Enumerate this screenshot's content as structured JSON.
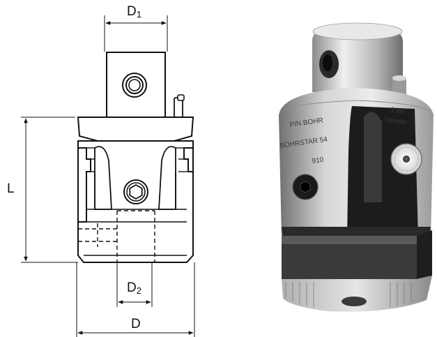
{
  "drawing": {
    "label_d1_main": "D",
    "label_d1_sub": "1",
    "label_d2_main": "D",
    "label_d2_sub": "2",
    "label_d": "D",
    "label_l": "L"
  },
  "photo": {
    "engraving_line1": "PIN BOHR",
    "engraving_line2": "BOHRSTAR 54",
    "engraving_line3": "910",
    "engraving_right1": "1 div",
    "engraving_right2": "Vernier"
  },
  "colors": {
    "line": "#111111",
    "steel_light": "#d9d9d9",
    "steel_dark": "#5a5a5a",
    "black_oxide": "#1a1a1a"
  }
}
